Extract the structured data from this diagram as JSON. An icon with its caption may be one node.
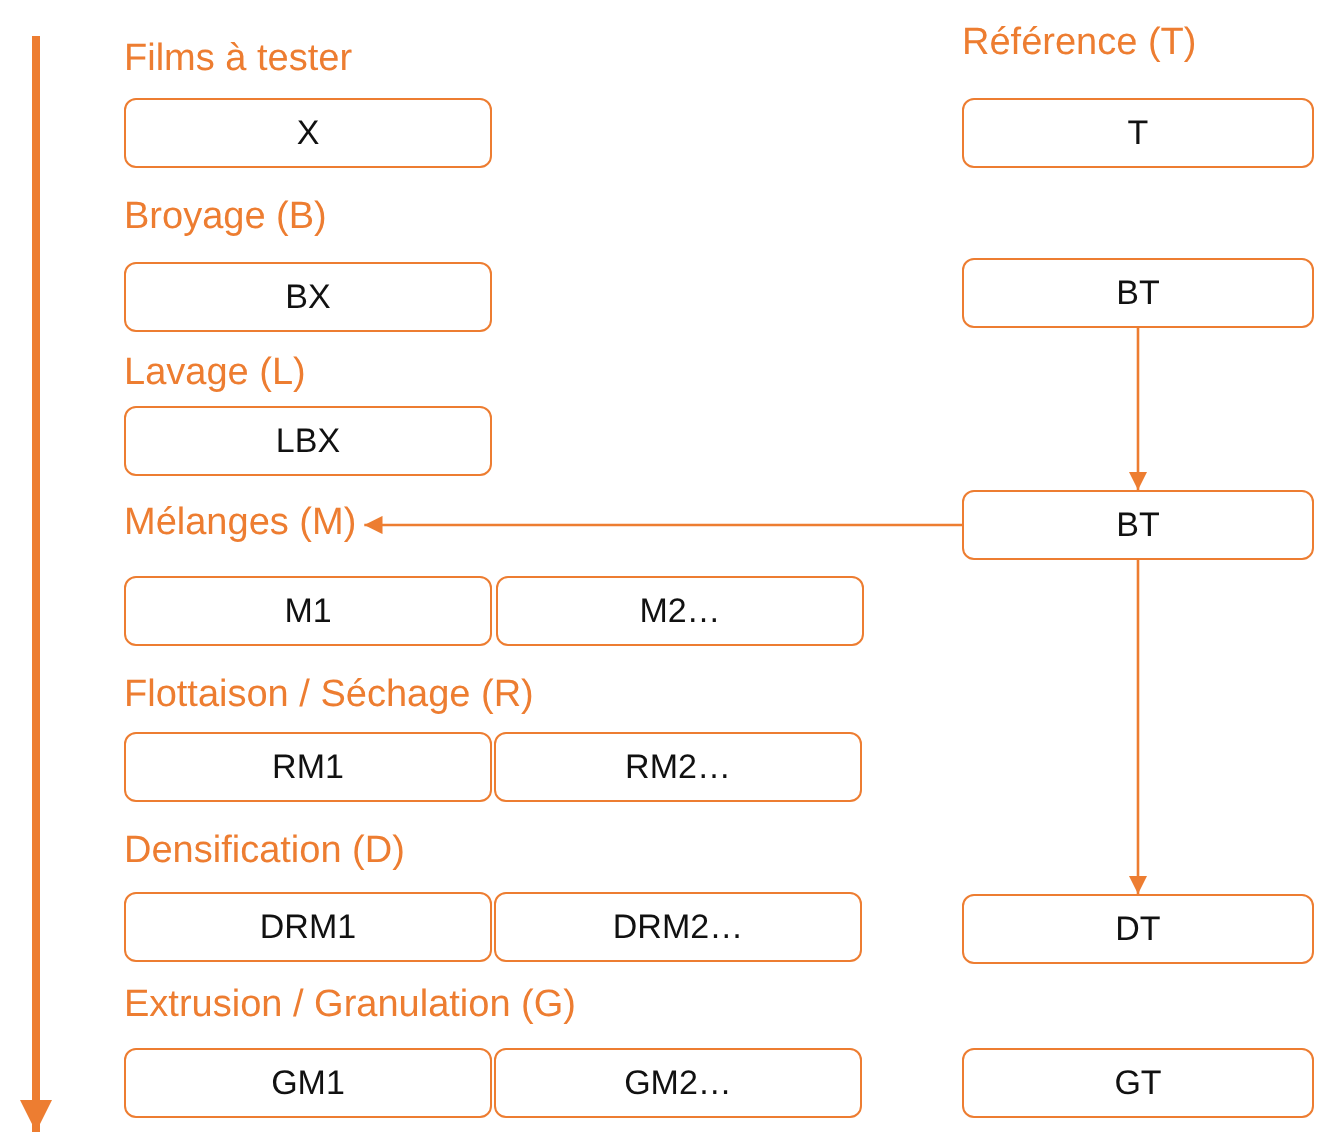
{
  "diagram": {
    "nodes": [
      {
        "text": [
          "X"
        ]
      },
      {
        "text": [
          "T"
        ]
      },
      {
        "text": [
          "BX"
        ]
      },
      {
        "text": [
          "BT"
        ]
      },
      {
        "text": [
          "LBX"
        ]
      },
      {
        "text": [
          "Mélanges (M)"
        ]
      },
      {
        "text": [
          "BT"
        ]
      },
      {
        "text": [
          "M1"
        ]
      },
      {
        "text": [
          "M2…"
        ]
      },
      {
        "text": [
          "RM1"
        ]
      },
      {
        "text": [
          "RM2…"
        ]
      },
      {
        "text": [
          "DRM1"
        ]
      },
      {
        "text": [
          "DRM2…"
        ]
      },
      {
        "text": [
          "DT"
        ]
      },
      {
        "text": [
          "GM1"
        ]
      },
      {
        "text": [
          "GM2…"
        ]
      },
      {
        "text": [
          "GT"
        ]
      }
    ],
    "edges": [
      {
        "from": 3,
        "to": 6,
        "arrow": "to"
      },
      {
        "from": 6,
        "to": 5,
        "arrow": "to"
      },
      {
        "from": 6,
        "to": 13,
        "arrow": "to"
      }
    ],
    "labels": [
      "Films à tester",
      "Référence (T)",
      "Broyage (B)",
      "Lavage (L)",
      "Flottaison / Séchage (R)",
      "Densification (D)",
      "Extrusion / Granulation (G)"
    ]
  }
}
